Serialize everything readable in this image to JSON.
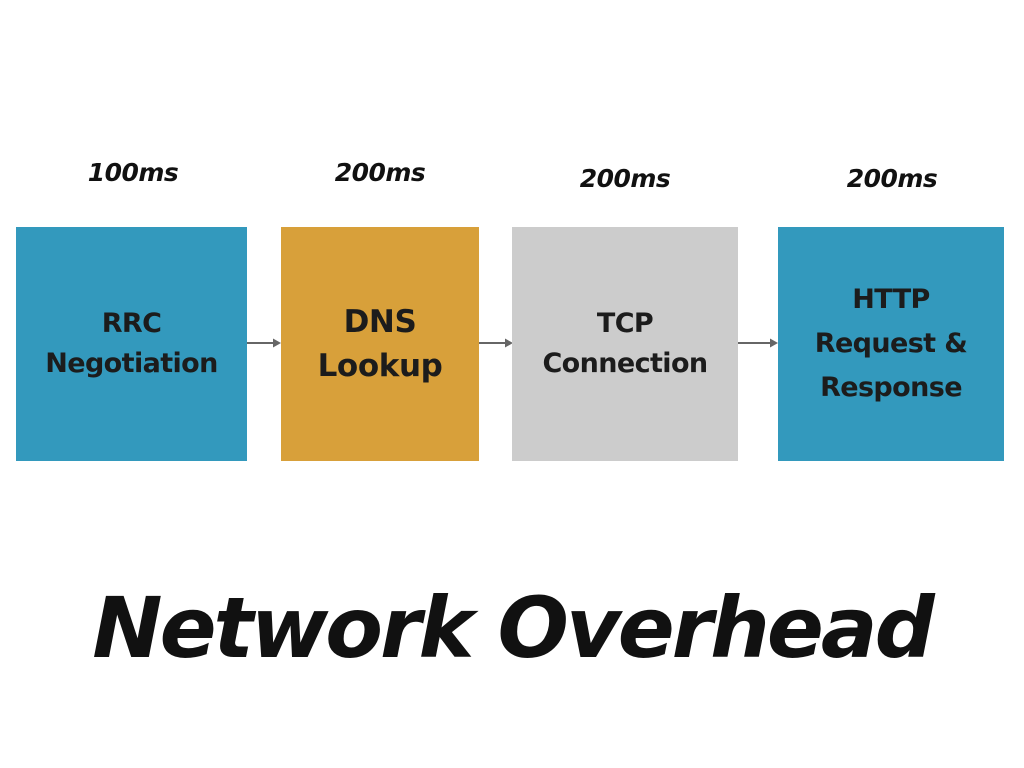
{
  "steps": [
    {
      "label_lines": [
        "RRC",
        "Negotiation"
      ],
      "time": "100ms",
      "color": "#3399bd"
    },
    {
      "label_lines": [
        "DNS",
        "Lookup"
      ],
      "time": "200ms",
      "color": "#d8a03a"
    },
    {
      "label_lines": [
        "TCP",
        "Connection"
      ],
      "time": "200ms",
      "color": "#cccccc"
    },
    {
      "label_lines": [
        "HTTP",
        "Request &",
        "Response"
      ],
      "time": "200ms",
      "color": "#3399bd"
    }
  ],
  "arrow_color": "#666666",
  "title": "Network Overhead"
}
